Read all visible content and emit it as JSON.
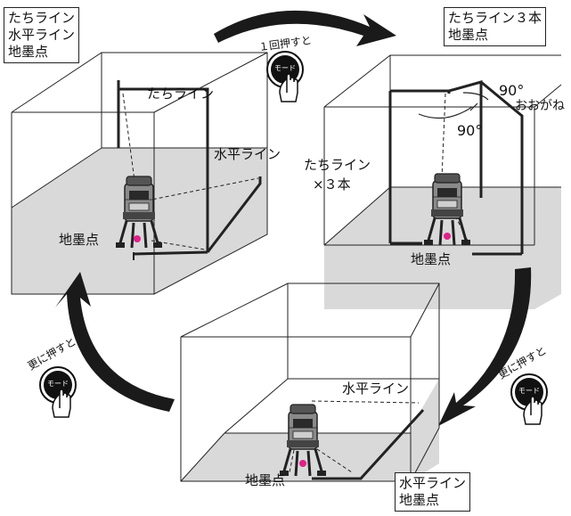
{
  "diagram": {
    "mode_button_label": "モード",
    "states": [
      {
        "id": "state1",
        "caption_lines": [
          "たちライン",
          "水平ライン",
          "地墨点"
        ],
        "labels": {
          "vertical": "たちライン",
          "horizontal": "水平ライン",
          "point": "地墨点"
        }
      },
      {
        "id": "state2",
        "caption_lines": [
          "たちライン３本",
          "地墨点"
        ],
        "labels": {
          "vertical_a": "たちライン",
          "vertical_b": "×３本",
          "point": "地墨点",
          "angle1": "90°",
          "angle2": "90°",
          "cut_text": "おおがね"
        }
      },
      {
        "id": "state3",
        "caption_lines": [
          "水平ライン",
          "地墨点"
        ],
        "labels": {
          "horizontal": "水平ライン",
          "point": "地墨点"
        }
      }
    ],
    "arrows": [
      {
        "id": "arrow-top",
        "text": "１回押すと"
      },
      {
        "id": "arrow-right",
        "text": "更に押すと"
      },
      {
        "id": "arrow-left",
        "text": "更に押すと"
      }
    ],
    "colors": {
      "floor": "#d9d9d9",
      "line": "#222222",
      "arrow": "#1a1a1a",
      "laser_point": "#e0218a"
    }
  }
}
